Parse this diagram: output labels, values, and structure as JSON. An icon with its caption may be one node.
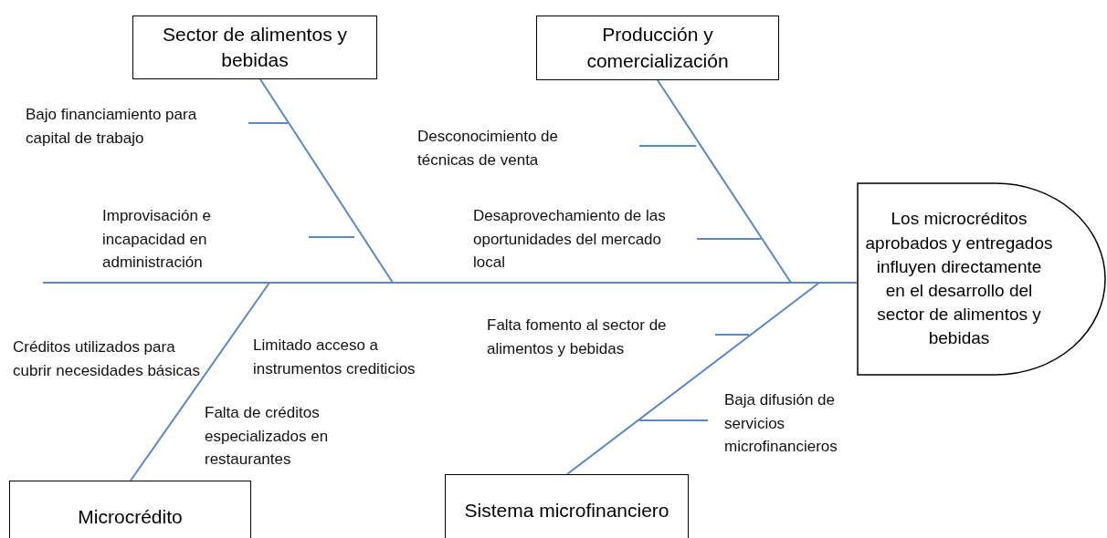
{
  "diagram": {
    "nodes": [
      {
        "text": [
          "Sector de alimentos y bebidas"
        ]
      },
      {
        "text": [
          "Producción y comercialización"
        ]
      },
      {
        "text": [
          "Los microcréditos aprobados y entregados influyen directamente en el desarrollo del sector de alimentos y bebidas"
        ]
      },
      {
        "text": [
          "Microcrédito"
        ]
      },
      {
        "text": [
          "Sistema microfinanciero"
        ]
      }
    ],
    "edges": [
      {
        "from": null,
        "to": 2,
        "arrow": "none"
      },
      {
        "from": 0,
        "to": null,
        "arrow": "none"
      },
      {
        "from": 1,
        "to": null,
        "arrow": "none"
      },
      {
        "from": 3,
        "to": null,
        "arrow": "none"
      },
      {
        "from": 4,
        "to": null,
        "arrow": "none"
      }
    ],
    "labels": [
      "Bajo financiamiento para capital de trabajo",
      "Desconocimiento de técnicas de venta",
      "Improvisación e incapacidad en administración",
      "Desaprovechamiento de las oportunidades del mercado local",
      "Falta fomento al sector de alimentos y bebidas",
      "Créditos utilizados para cubrir necesidades básicas",
      "Limitado acceso a instrumentos crediticios",
      "Baja difusión de servicios microfinancieros",
      "Falta de créditos especializados en restaurantes"
    ]
  }
}
